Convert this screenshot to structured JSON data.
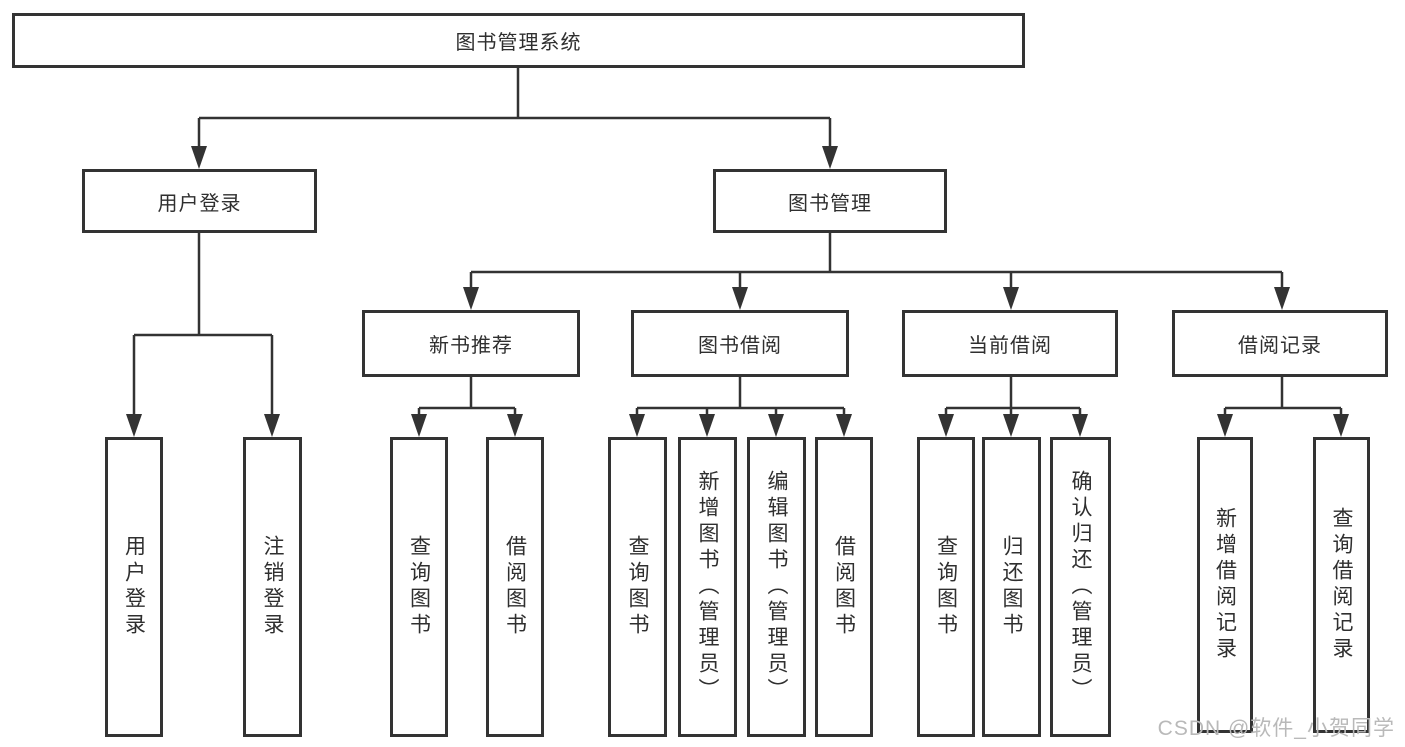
{
  "tree": {
    "root": "图书管理系统",
    "level2": [
      {
        "label": "用户登录"
      },
      {
        "label": "图书管理"
      }
    ],
    "level3": [
      {
        "label": "新书推荐"
      },
      {
        "label": "图书借阅"
      },
      {
        "label": "当前借阅"
      },
      {
        "label": "借阅记录"
      }
    ],
    "leaves": [
      [
        "用户登录",
        "注销登录"
      ],
      [
        "查询图书",
        "借阅图书"
      ],
      [
        "查询图书",
        "新增图书（管理员）",
        "编辑图书（管理员）",
        "借阅图书"
      ],
      [
        "查询图书",
        "归还图书",
        "确认归还（管理员）"
      ],
      [
        "新增借阅记录",
        "查询借阅记录"
      ]
    ],
    "edges": [
      "图书管理系统→用户登录",
      "图书管理系统→图书管理",
      "用户登录→用户登录",
      "用户登录→注销登录",
      "图书管理→新书推荐",
      "图书管理→图书借阅",
      "图书管理→当前借阅",
      "图书管理→借阅记录",
      "新书推荐→查询图书",
      "新书推荐→借阅图书",
      "图书借阅→查询图书",
      "图书借阅→新增图书（管理员）",
      "图书借阅→编辑图书（管理员）",
      "图书借阅→借阅图书",
      "当前借阅→查询图书",
      "当前借阅→归还图书",
      "当前借阅→确认归还（管理员）",
      "借阅记录→新增借阅记录",
      "借阅记录→查询借阅记录"
    ],
    "colors": {
      "line": "#333333",
      "node_border": "#333333",
      "node_text": "#2f2f2f",
      "background": "#ffffff",
      "watermark": "#b9b9b9"
    }
  },
  "watermark": {
    "text": "CSDN @软件_小贺同学"
  }
}
